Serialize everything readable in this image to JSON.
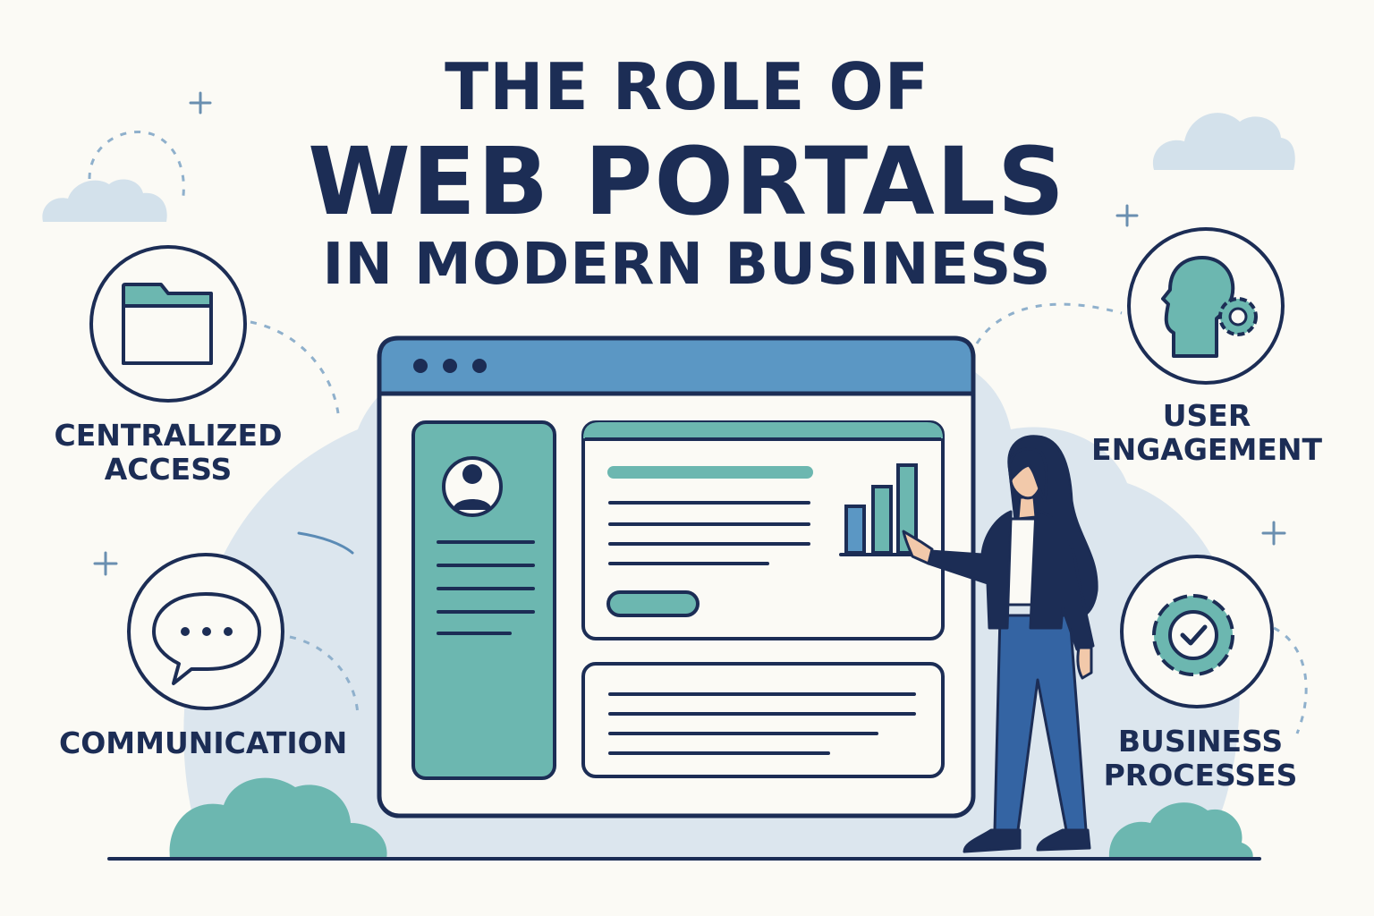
{
  "title": {
    "line1": "THE ROLE OF",
    "line2": "WEB PORTALS",
    "line3": "IN MODERN BUSINESS"
  },
  "features": [
    {
      "line1": "CENTRALIZED",
      "line2": "ACCESS",
      "icon": "folder-icon"
    },
    {
      "line1": "COMMUNICATION",
      "line2": "",
      "icon": "chat-bubble-icon"
    },
    {
      "line1": "USER",
      "line2": "ENGAGEMENT",
      "icon": "user-head-gear-icon"
    },
    {
      "line1": "BUSINESS",
      "line2": "PROCESSES",
      "icon": "gear-check-icon"
    }
  ],
  "colors": {
    "navy": "#1c2d55",
    "teal": "#6cb7b0",
    "blue": "#5b97c4",
    "background": "#fbfaf5",
    "light_blue": "#d9e4ec"
  }
}
